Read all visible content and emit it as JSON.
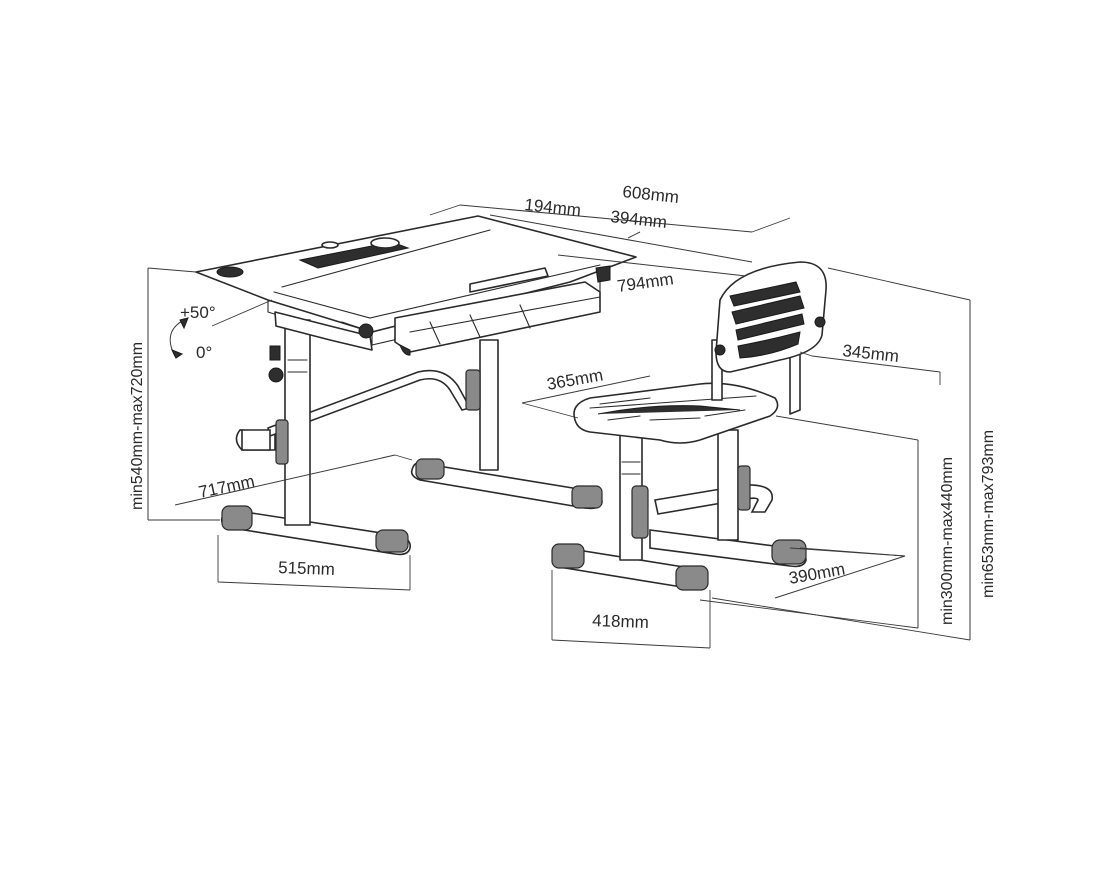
{
  "dimensions": {
    "desk_total_depth": "608mm",
    "desk_fixed_part": "194mm",
    "desk_tilt_part": "394mm",
    "desk_width": "794mm",
    "tilt_max": "+50°",
    "tilt_min": "0°",
    "desk_height": "min540mm-max720mm",
    "desk_leg_width": "717mm",
    "desk_foot_depth": "515mm",
    "seat_depth": "345mm",
    "seat_width": "365mm",
    "seat_height": "min300mm-max440mm",
    "chair_total_height": "min653mm-max793mm",
    "chair_foot_width": "390mm",
    "chair_foot_depth": "418mm"
  },
  "colors": {
    "line": "#2a2a2a",
    "dark_fill": "#2e2e2e",
    "background": "#ffffff"
  }
}
